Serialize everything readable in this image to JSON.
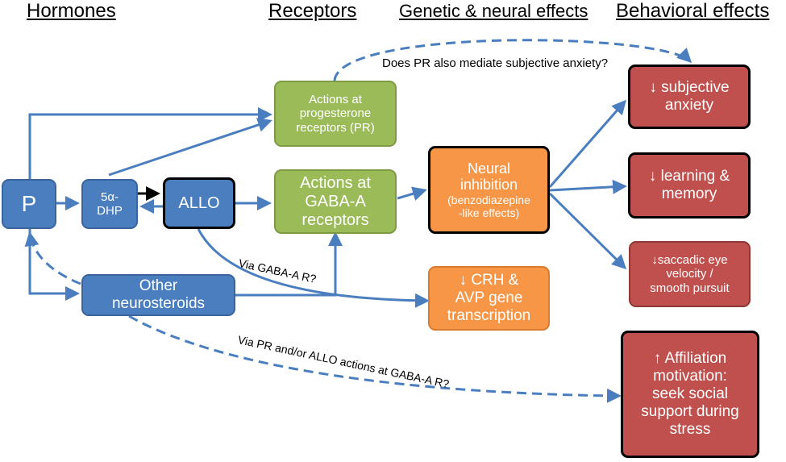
{
  "headers": {
    "hormones": "Hormones",
    "receptors": "Receptors",
    "genetic_neural": "Genetic & neural effects",
    "behavioral": "Behavioral effects"
  },
  "boxes": {
    "p": "P",
    "dhp_line1": "5α-",
    "dhp_line2": "DHP",
    "allo": "ALLO",
    "other_line1": "Other",
    "other_line2": "neurosteroids",
    "pr_line1": "Actions at",
    "pr_line2": "progesterone",
    "pr_line3": "receptors (PR)",
    "gaba_line1": "Actions at",
    "gaba_line2": "GABA-A",
    "gaba_line3": "receptors",
    "neural_line1": "Neural",
    "neural_line2": "inhibition",
    "neural_line3": "(benzodiazepine",
    "neural_line4": "-like effects)",
    "crh_line1": "↓ CRH &",
    "crh_line2": "AVP gene",
    "crh_line3": "transcription",
    "anxiety_line1": "↓ subjective",
    "anxiety_line2": "anxiety",
    "learning_line1": "↓ learning &",
    "learning_line2": "memory",
    "saccadic_line1": "↓saccadic eye",
    "saccadic_line2": "velocity /",
    "saccadic_line3": "smooth pursuit",
    "affiliation_line1": "↑ Affiliation",
    "affiliation_line2": "motivation:",
    "affiliation_line3": "seek social",
    "affiliation_line4": "support during",
    "affiliation_line5": "stress"
  },
  "labels": {
    "pr_anxiety_question": "Does PR also mediate subjective anxiety?",
    "via_gaba": "Via GABA-A R?",
    "via_pr_allo": "Via PR and/or ALLO actions at GABA-A R?"
  },
  "colors": {
    "arrow": "#4a7ebf",
    "hormone_box": "#4a7ebf",
    "receptor_box": "#9bbb59",
    "neural_box": "#f79646",
    "behavior_box": "#c0504d"
  }
}
